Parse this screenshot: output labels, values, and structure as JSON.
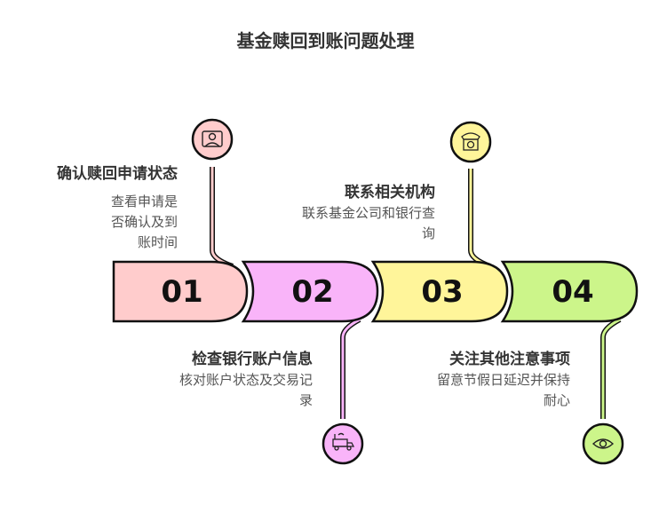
{
  "title": "基金赎回到账问题处理",
  "steps": [
    {
      "number": "01",
      "title": "确认赎回申请状态",
      "desc": "查看申请是否确认及到账时间",
      "icon": "user-portrait-icon",
      "color": "#ffcccc"
    },
    {
      "number": "02",
      "title": "检查银行账户信息",
      "desc": "核对账户状态及交易记录",
      "icon": "vehicle-icon",
      "color": "#f9b4f9"
    },
    {
      "number": "03",
      "title": "联系相关机构",
      "desc": "联系基金公司和银行查询",
      "icon": "telephone-icon",
      "color": "#fff59a"
    },
    {
      "number": "04",
      "title": "关注其他注意事项",
      "desc": "留意节假日延迟并保持耐心",
      "icon": "eye-icon",
      "color": "#ccf58a"
    }
  ]
}
